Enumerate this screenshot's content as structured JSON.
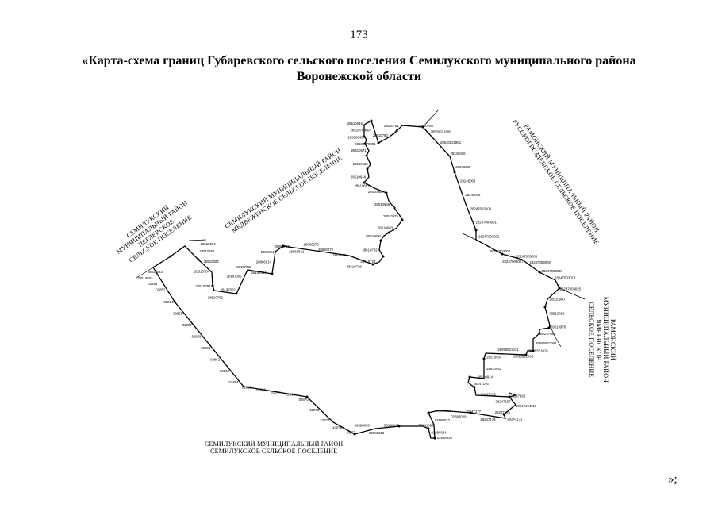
{
  "page_number": "173",
  "title": "«Карта-схема границ Губаревского сельского поселения Семилукского муниципального района Воронежской области",
  "closing": "»;",
  "regions": {
    "perlevskoe": [
      "СЕМИЛУКСКИЙ",
      "МУНИЦИПАЛЬНЫЙ РАЙОН",
      "ПЕРЛЕВСКОЕ",
      "СЕЛЬСКОЕ ПОСЕЛЕНИЕ"
    ],
    "medvezhenskoe": [
      "СЕМИЛУКСКИЙ МУНИЦИПАЛЬНЫЙ РАЙОН",
      "МЕДВЕЖЕНСКОЕ СЕЛЬСКОЕ ПОСЕЛЕНИЕ"
    ],
    "russkogvozdevskoe": [
      "РАМОНСКИЙ МУНИЦИПАЛЬНЫЙ РАЙОН",
      "РУССКОГВОЗДЕВСКОЕ СЕЛЬСКОЕ ПОСЕЛЕНИЕ"
    ],
    "yamnenskoe": [
      "РАМОНСКИЙ",
      "МУНИЦИПАЛЬНЫЙ РАЙОН",
      "ЯМНЕНСКОЕ",
      "СЕЛЬСКОЕ ПОСЕЛЕНИЕ"
    ],
    "semilukskoe": [
      "СЕМИЛУКСКИЙ МУНИЦИПАЛЬНЫЙ РАЙОН",
      "СЕМИЛУКСКОЕ СЕЛЬСКОЕ ПОСЕЛЕНИЕ"
    ]
  },
  "point_labels": [
    "28510646",
    "28510640",
    "28510671",
    "28510636",
    "28510648",
    "28510657",
    "28510660",
    "28510669",
    "28510675",
    "28510683",
    "28510690",
    "28510702",
    "28510728",
    "28510729",
    "28510794",
    "28630072",
    "28866373",
    "28866541",
    "28866736",
    "28866846",
    "28866914",
    "28197014",
    "28197000",
    "28197005",
    "28197002",
    "28510769",
    "28510767",
    "28510784",
    "28510604",
    "28510656",
    "28510564",
    "28510593",
    "28510503",
    "02851",
    "02852",
    "02854",
    "02855",
    "02857",
    "02858",
    "02860",
    "02862",
    "02863",
    "02864",
    "02865",
    "02866",
    "02867",
    "02868",
    "02870",
    "42875",
    "42874",
    "42876",
    "42877",
    "02888005",
    "02888013",
    "02888017",
    "25841893",
    "02888024",
    "02888026",
    "02888027",
    "02888028",
    "02888029",
    "28247177",
    "28247178",
    "28247175",
    "28247171",
    "28247164019",
    "28247164",
    "28247157",
    "28247152",
    "28247146",
    "28510914",
    "28510942",
    "28510934",
    "28095521071",
    "28095521033",
    "28095521015",
    "28095521097",
    "28247083",
    "28510976",
    "28510962",
    "28510960",
    "28247003025",
    "28247003013",
    "28247003010",
    "28247003009",
    "28247003008",
    "28247003007",
    "28247003003",
    "28247003002",
    "28247003001",
    "28247003104",
    "28246008",
    "28246003",
    "28246005",
    "28246006",
    "28530521801",
    "28530521809",
    "28510788",
    "28510761",
    "28510780",
    "28530079806",
    "28510769604"
  ],
  "line_color": "#000000"
}
